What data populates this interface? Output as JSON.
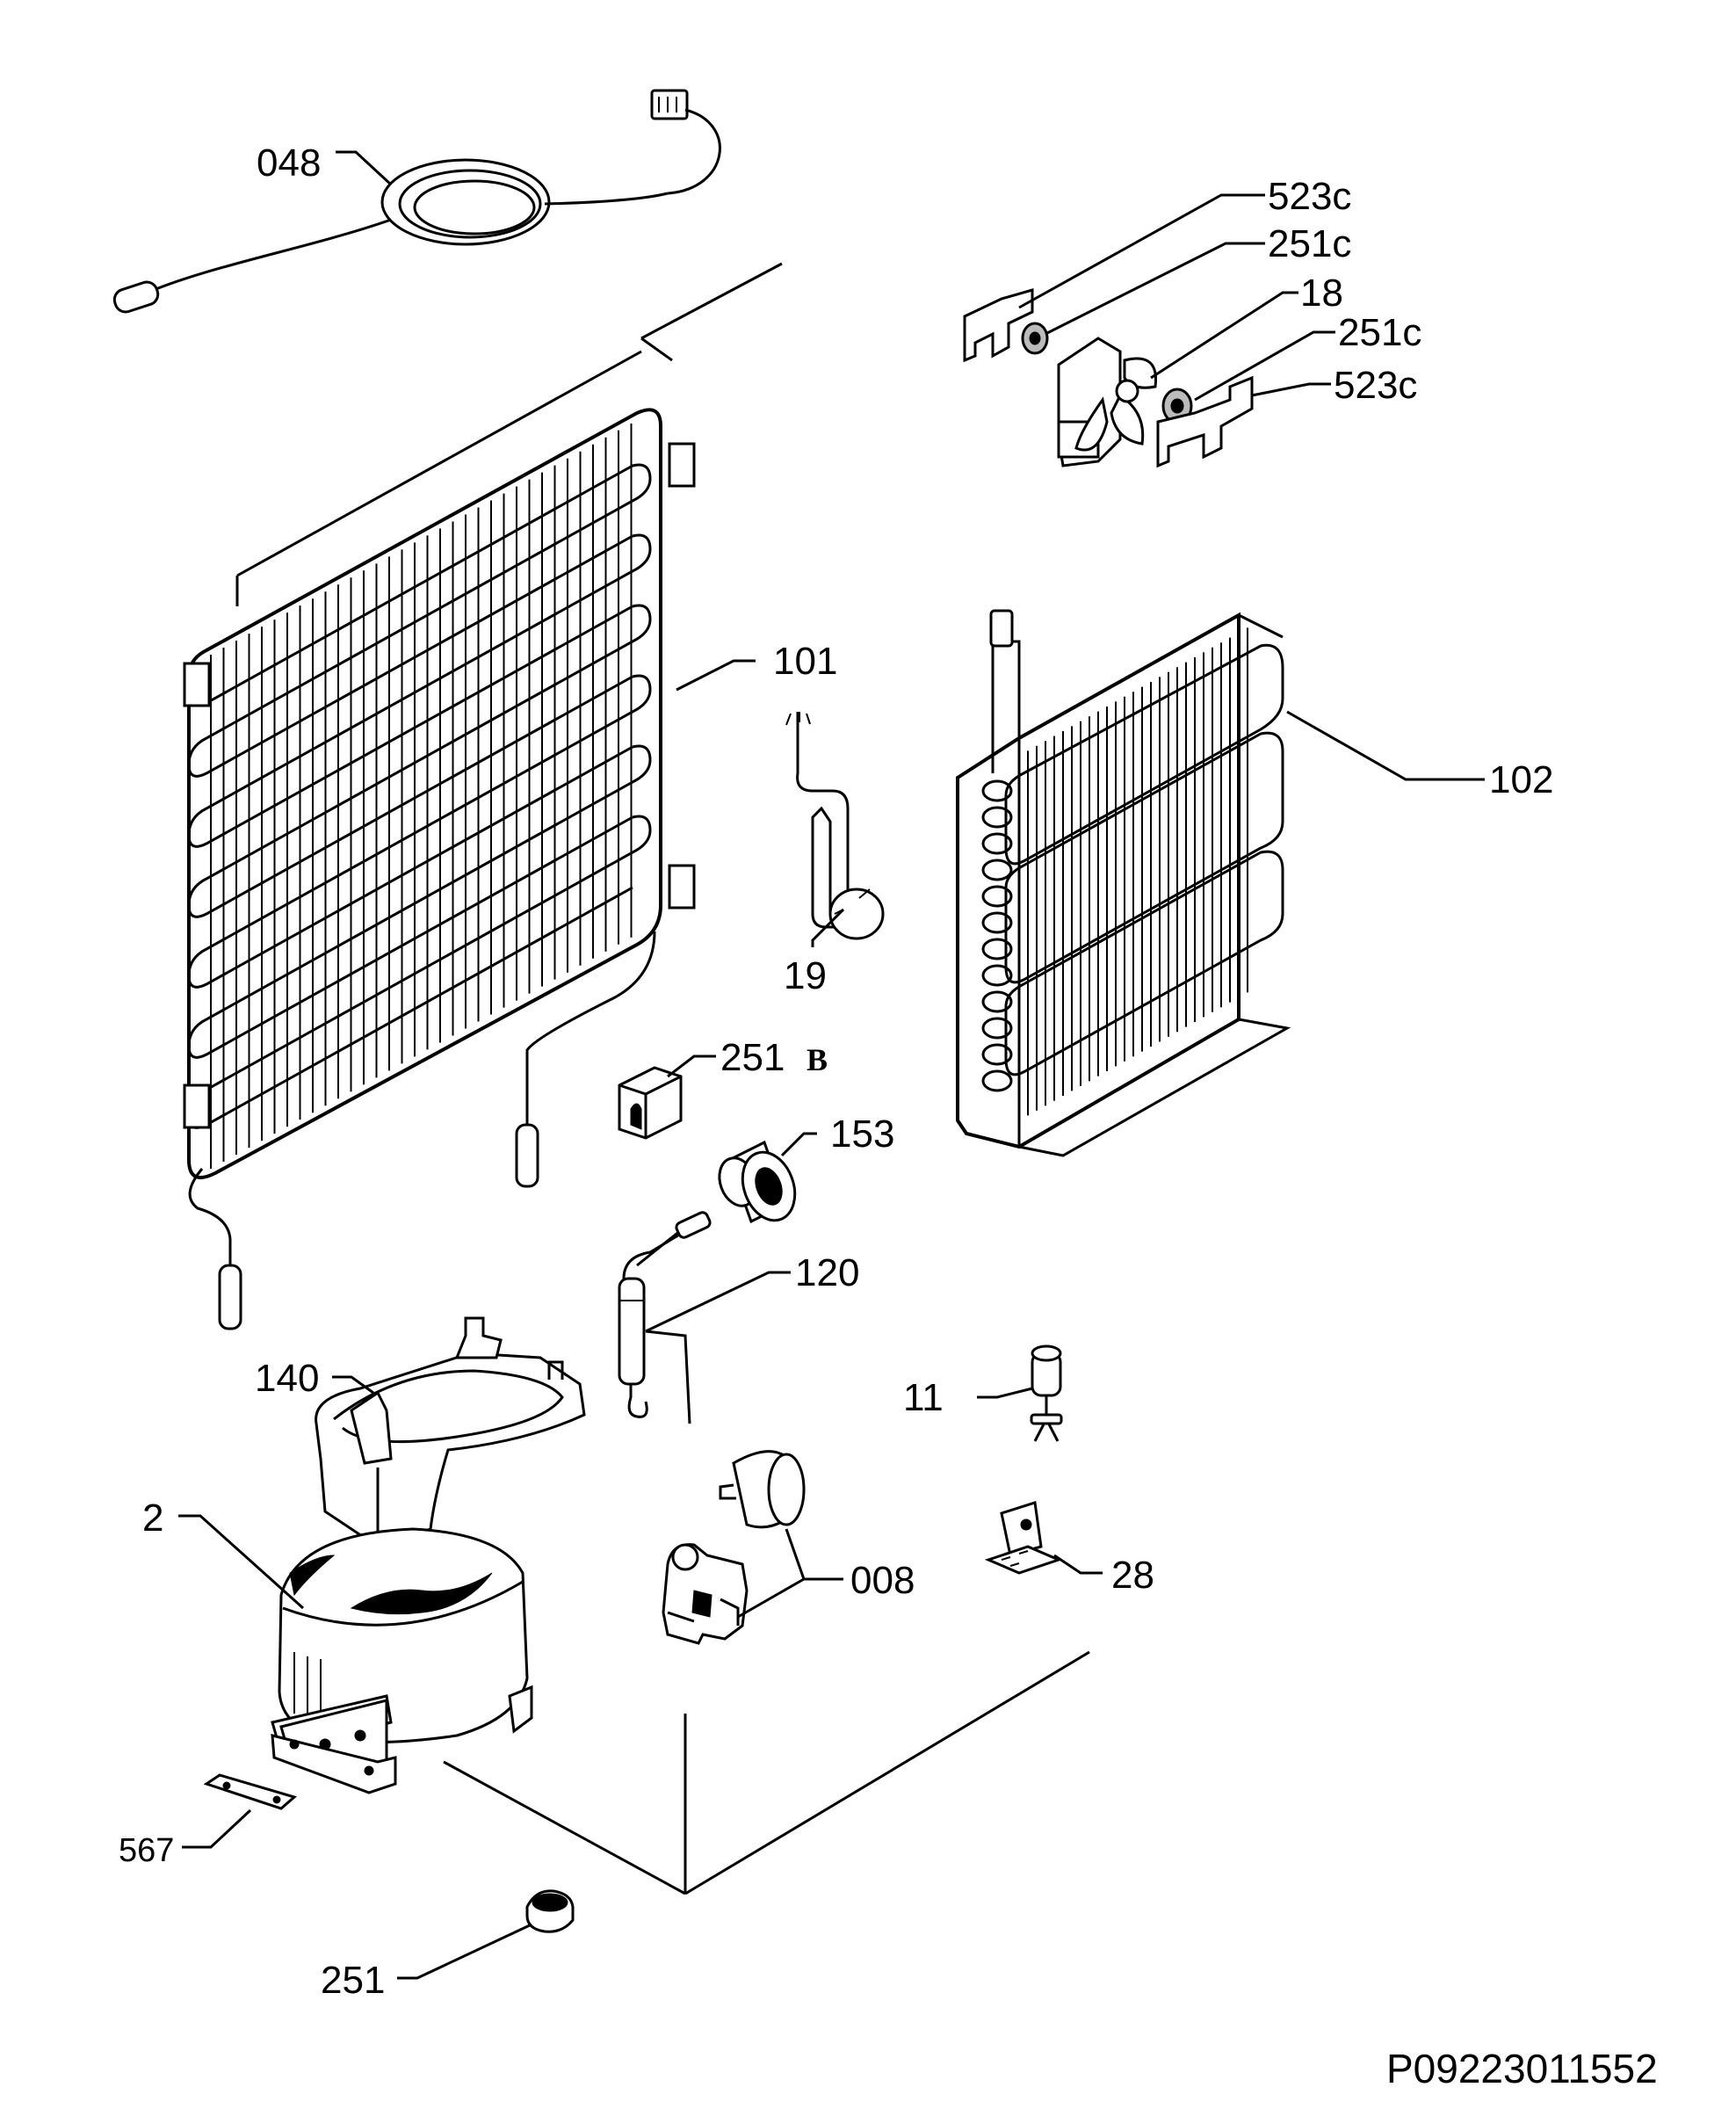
{
  "labels": {
    "p048": "048",
    "p523c_top": "523c",
    "p251c_top": "251c",
    "p18": "18",
    "p251c_bottom": "251c",
    "p523c_bottom": "523c",
    "p101": "101",
    "p102": "102",
    "p19": "19",
    "p251b_num": "251",
    "p251b_suffix": "B",
    "p153": "153",
    "p120": "120",
    "p140": "140",
    "p11": "11",
    "p2": "2",
    "p008": "008",
    "p28": "28",
    "p567": "567",
    "p251": "251"
  },
  "footer": {
    "drawing_code": "P09223011552"
  }
}
